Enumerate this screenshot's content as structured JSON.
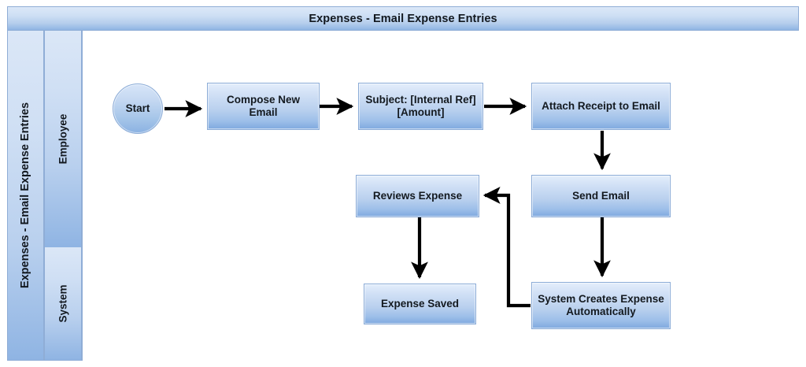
{
  "pool": {
    "title": "Expenses - Email Expense Entries",
    "vertical_label": "Expenses - Email Expense Entries"
  },
  "lanes": [
    {
      "id": "employee",
      "label": "Employee"
    },
    {
      "id": "system",
      "label": "System"
    }
  ],
  "nodes": {
    "start": {
      "label": "Start",
      "shape": "circle",
      "lane": "employee"
    },
    "compose": {
      "label": "Compose New Email",
      "shape": "rect",
      "lane": "employee"
    },
    "subject": {
      "label": "Subject: [Internal Ref] [Amount]",
      "shape": "rect",
      "lane": "employee"
    },
    "attach": {
      "label": "Attach Receipt to Email",
      "shape": "rect",
      "lane": "employee"
    },
    "send": {
      "label": "Send Email",
      "shape": "rect",
      "lane": "employee"
    },
    "reviews": {
      "label": "Reviews Expense",
      "shape": "rect",
      "lane": "employee"
    },
    "expense_saved": {
      "label": "Expense Saved",
      "shape": "rect",
      "lane": "system"
    },
    "system_creates": {
      "label": "System Creates Expense Automatically",
      "shape": "rect",
      "lane": "system"
    }
  },
  "edges": [
    {
      "from": "start",
      "to": "compose"
    },
    {
      "from": "compose",
      "to": "subject"
    },
    {
      "from": "subject",
      "to": "attach"
    },
    {
      "from": "attach",
      "to": "send"
    },
    {
      "from": "send",
      "to": "system_creates"
    },
    {
      "from": "system_creates",
      "to": "reviews"
    },
    {
      "from": "reviews",
      "to": "expense_saved"
    }
  ],
  "colors": {
    "node_fill_top": "#e4eefb",
    "node_fill_bottom": "#7fa9df",
    "node_border": "#8cacd7",
    "header_fill_top": "#dce8f8",
    "header_fill_bottom": "#8fb4e3",
    "frame_border": "#8fadd6",
    "connector": "#000000",
    "text": "#141a20",
    "canvas": "#ffffff"
  }
}
